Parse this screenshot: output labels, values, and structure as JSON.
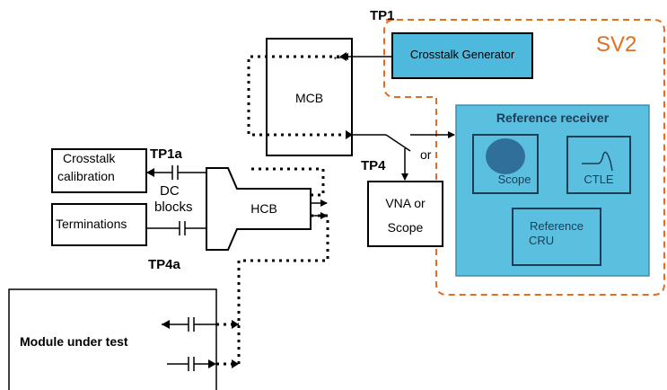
{
  "labels": {
    "tp1": "TP1",
    "sv2": "SV2",
    "crosstalk_generator": "Crosstalk Generator",
    "mcb": "MCB",
    "reference_receiver": "Reference receiver",
    "scope_inner": "Scope",
    "ctle": "CTLE",
    "reference_cru_line1": "Reference",
    "reference_cru_line2": "CRU",
    "or": "or",
    "tp4": "TP4",
    "vna_line1": "VNA or",
    "vna_line2": "Scope",
    "tp1a": "TP1a",
    "crosstalk_cal_line1": "Crosstalk",
    "crosstalk_cal_line2": "calibration",
    "dc_blocks_line1": "DC",
    "dc_blocks_line2": "blocks",
    "terminations": "Terminations",
    "hcb": "HCB",
    "tp4a": "TP4a",
    "module_under_test": "Module under test"
  },
  "colors": {
    "sv2_accent": "#e07020",
    "receiver_fill": "#5bbfe0",
    "receiver_stroke": "#3a8fb0",
    "generator_fill": "#4fb8dd",
    "scope_blob": "#2f6f9a",
    "line": "#000000"
  }
}
